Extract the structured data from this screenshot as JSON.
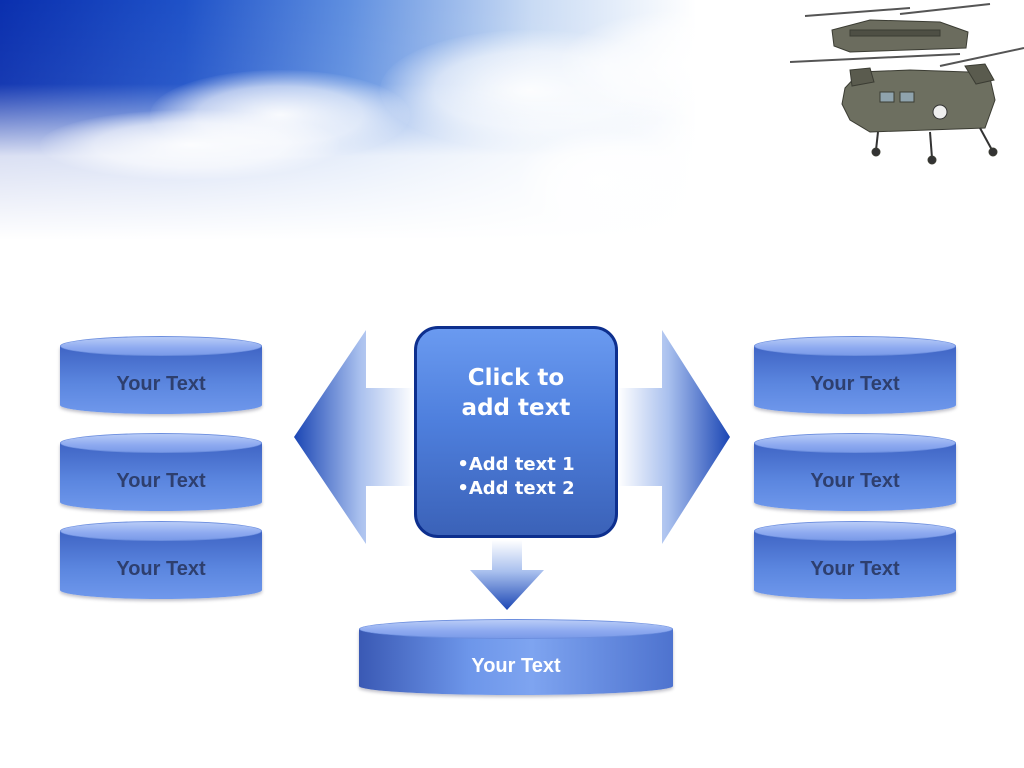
{
  "center": {
    "title_line1": "Click to",
    "title_line2": "add text",
    "bullet1": "•Add text 1",
    "bullet2": "•Add text 2"
  },
  "left_boxes": [
    "Your Text",
    "Your Text",
    "Your Text"
  ],
  "right_boxes": [
    "Your Text",
    "Your Text",
    "Your Text"
  ],
  "bottom_box": "Your Text",
  "colors": {
    "accent_dark": "#0d2f8e",
    "accent": "#4e7fdd",
    "label_dark": "#2e3f6e"
  },
  "icons": [
    "helicopter-image"
  ]
}
